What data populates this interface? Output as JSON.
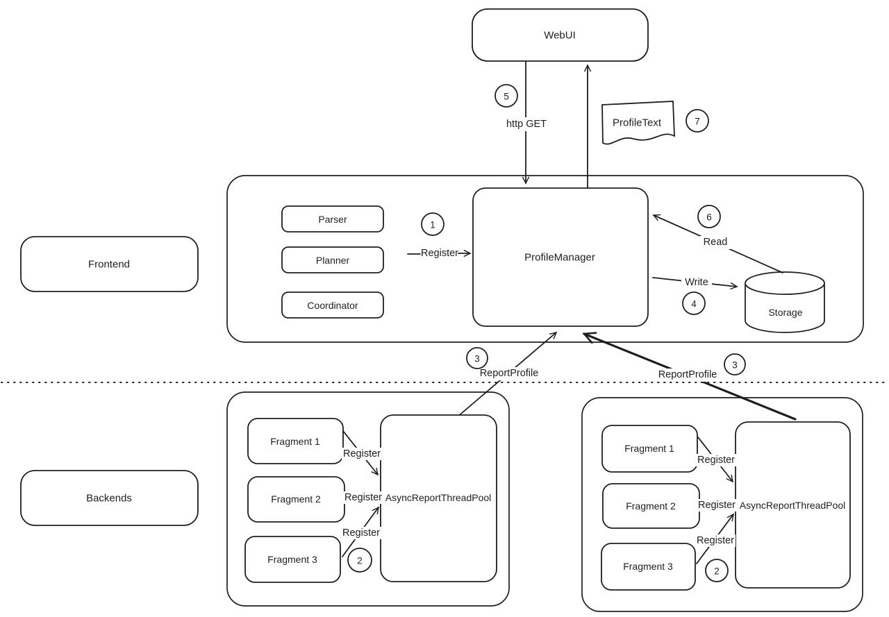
{
  "colors": {
    "stroke": "#1e1e1e",
    "background": "#ffffff"
  },
  "diagram": {
    "top": {
      "webui": "WebUI",
      "http_get": "http GET",
      "profile_text": "ProfileText"
    },
    "steps": {
      "s1": "1",
      "s2": "2",
      "s3": "3",
      "s4": "4",
      "s5": "5",
      "s6": "6",
      "s7": "7"
    },
    "frontend": {
      "label": "Frontend",
      "components": [
        "Parser",
        "Planner",
        "Coordinator"
      ],
      "profile_manager": "ProfileManager",
      "storage": "Storage",
      "register": "Register",
      "read": "Read",
      "write": "Write"
    },
    "backends": {
      "label": "Backends",
      "report_profile": "ReportProfile",
      "clusters": [
        {
          "fragments": [
            "Fragment 1",
            "Fragment 2",
            "Fragment 3"
          ],
          "pool": "AsyncReportThreadPool",
          "register": "Register"
        },
        {
          "fragments": [
            "Fragment 1",
            "Fragment 2",
            "Fragment 3"
          ],
          "pool": "AsyncReportThreadPool",
          "register": "Register"
        }
      ]
    }
  }
}
